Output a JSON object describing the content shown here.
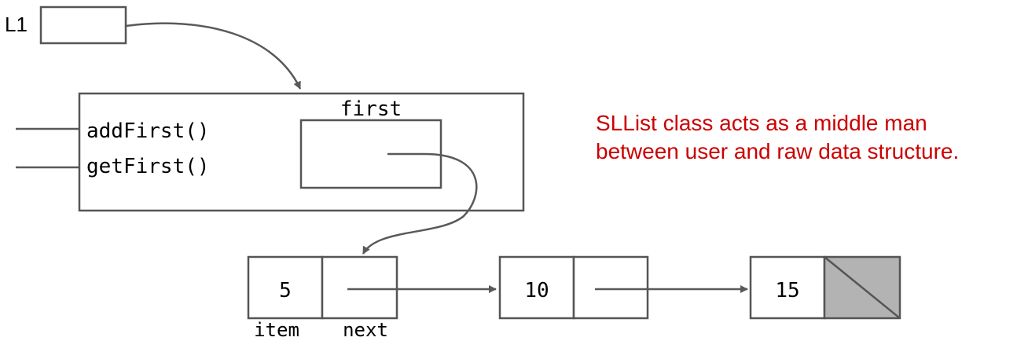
{
  "variable": {
    "label": "L1"
  },
  "sllist": {
    "field_label": "first",
    "methods": [
      "addFirst()",
      "getFirst()"
    ]
  },
  "nodes": [
    {
      "item": "5"
    },
    {
      "item": "10"
    },
    {
      "item": "15"
    }
  ],
  "node_labels": {
    "item": "item",
    "next": "next"
  },
  "note": {
    "line1": "SLList class acts as a middle man",
    "line2": "between user and raw data structure.",
    "color": "#cc0000"
  },
  "colors": {
    "stroke": "#555555",
    "null_fill": "#b3b3b3"
  }
}
